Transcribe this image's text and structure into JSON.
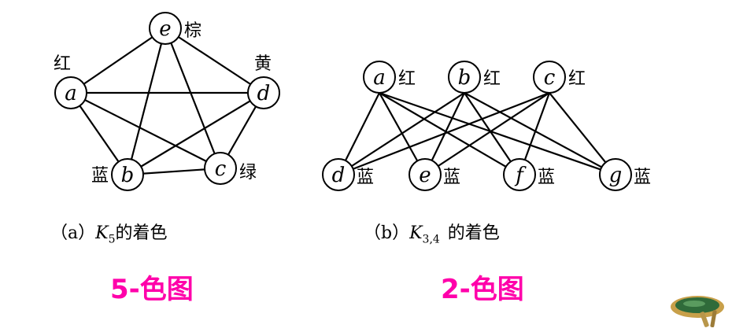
{
  "colors": {
    "magenta": "#ff00aa",
    "line": "#000000"
  },
  "k5": {
    "nodes": [
      {
        "id": "e",
        "color_label": "棕"
      },
      {
        "id": "a",
        "color_label": "红"
      },
      {
        "id": "d",
        "color_label": "黄"
      },
      {
        "id": "b",
        "color_label": "蓝"
      },
      {
        "id": "c",
        "color_label": "绿"
      }
    ],
    "caption_prefix": "（a）",
    "caption_graph": "K",
    "caption_sub": "5",
    "caption_suffix": "的着色",
    "big_label": "5-色图"
  },
  "k34": {
    "top_nodes": [
      {
        "id": "a",
        "color_label": "红"
      },
      {
        "id": "b",
        "color_label": "红"
      },
      {
        "id": "c",
        "color_label": "红"
      }
    ],
    "bottom_nodes": [
      {
        "id": "d",
        "color_label": "蓝"
      },
      {
        "id": "e",
        "color_label": "蓝"
      },
      {
        "id": "f",
        "color_label": "蓝"
      },
      {
        "id": "g",
        "color_label": "蓝"
      }
    ],
    "caption_prefix": "（b）",
    "caption_graph": "K",
    "caption_sub": "3,4",
    "caption_suffix": "的着色",
    "big_label": "2-色图"
  },
  "decoration_icon": "green-disc-lamp-icon"
}
